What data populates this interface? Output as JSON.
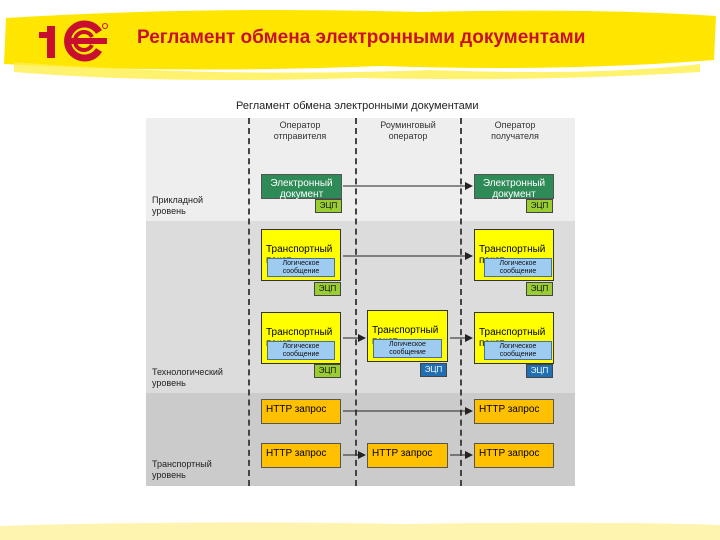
{
  "header": {
    "title": "Регламент обмена электронными документами",
    "logo_text": "1С",
    "brand_color": "#c8102e",
    "highlight_color": "#ffe600"
  },
  "diagram": {
    "title": "Регламент обмена электронными документами",
    "columns": [
      "Оператор\nотправителя",
      "Роуминговый\nоператор",
      "Оператор\nполучателя"
    ],
    "levels": {
      "application": "Прикладной\nуровень",
      "technological": "Технологический\nуровень",
      "transport": "Транспортный\nуровень"
    },
    "labels": {
      "electronic_document": "Электронный\nдокумент",
      "signature": "ЭЦП",
      "transport_packet": "Транспортный\nпакет",
      "logical_message": "Логическое\nсообщение",
      "http_request": "HTTP запрос"
    },
    "colors": {
      "document": "#2e8b57",
      "packet": "#ffff00",
      "message": "#9ecbf0",
      "signature_sender": "#9acd32",
      "signature_roaming": "#1f6fb2",
      "http": "#ffc000"
    }
  }
}
